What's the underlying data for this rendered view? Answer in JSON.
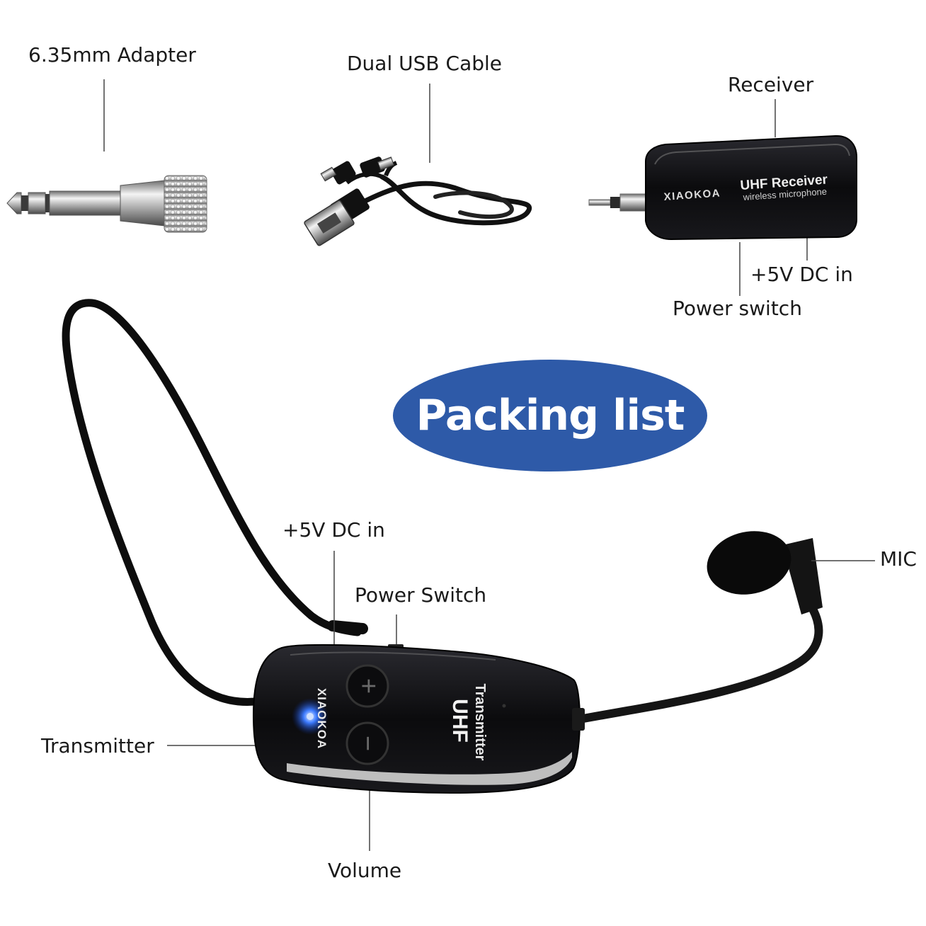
{
  "title": "Packing list",
  "colors": {
    "pill": "#2e5aa8",
    "device": "#0c0c0e",
    "leader": "#444444"
  },
  "labels": {
    "adapter": "6.35mm Adapter",
    "usb_cable": "Dual USB Cable",
    "receiver": "Receiver",
    "receiver_dc_in": "+5V DC in",
    "receiver_power": "Power switch",
    "transmitter_dc_in": "+5V DC in",
    "transmitter_power": "Power Switch",
    "mic": "MIC",
    "transmitter": "Transmitter",
    "volume": "Volume"
  },
  "receiver_device": {
    "brand": "XIAOKOA",
    "model": "UHF Receiver",
    "subtitle": "wireless microphone"
  },
  "transmitter_device": {
    "brand": "XIAOKOA",
    "band": "UHF",
    "type": "Transmitter",
    "plus_glyph": "+",
    "minus_glyph": "−"
  }
}
